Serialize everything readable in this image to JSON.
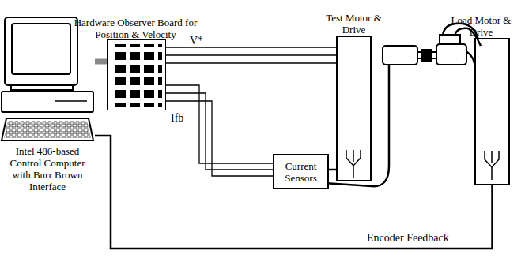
{
  "diagram": {
    "nodes": [
      {
        "text": [
          "Intel 486-based Control Computer with Burr Brown Interface"
        ]
      },
      {
        "text": [
          "Hardware Observer Board for Position & Velocity"
        ]
      },
      {
        "text": [
          "Test Motor & Drive"
        ]
      },
      {
        "text": [
          "Current Sensors"
        ]
      },
      {
        "text": [
          "Load Motor & Drive"
        ]
      }
    ],
    "edges": [
      {
        "from": 0,
        "to": 1,
        "arrow": "none"
      },
      {
        "from": 1,
        "to": 2,
        "label": "V*",
        "arrow": "none"
      },
      {
        "from": 3,
        "to": 1,
        "label": "Ifb",
        "arrow": "none"
      },
      {
        "from": 2,
        "to": 3,
        "arrow": "none"
      },
      {
        "from": 4,
        "to": 0,
        "label": "Encoder Feedback",
        "arrow": "none"
      }
    ]
  }
}
